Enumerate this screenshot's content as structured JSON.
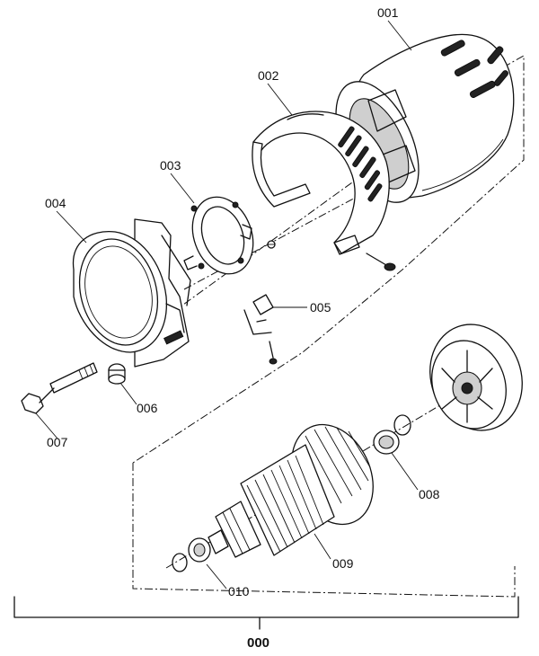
{
  "assembly": {
    "number": "000"
  },
  "parts": [
    {
      "id": "001"
    },
    {
      "id": "002"
    },
    {
      "id": "003"
    },
    {
      "id": "004"
    },
    {
      "id": "005"
    },
    {
      "id": "006"
    },
    {
      "id": "007"
    },
    {
      "id": "008"
    },
    {
      "id": "009"
    },
    {
      "id": "010"
    }
  ]
}
